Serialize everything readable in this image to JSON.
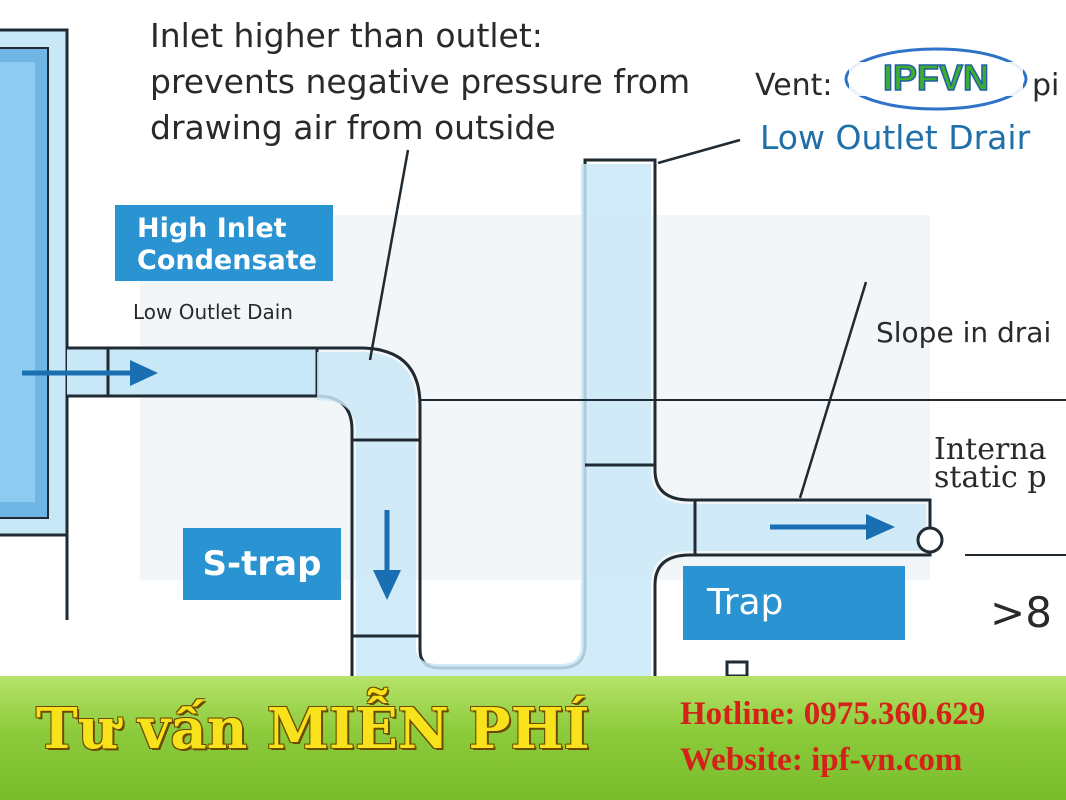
{
  "annotations": {
    "inlet_note_line1": "Inlet higher than outlet:",
    "inlet_note_line2": "prevents negative pressure from",
    "inlet_note_line3": "drawing air from outside",
    "vent_line1_prefix": "Vent:",
    "vent_line1_suffix": "pi",
    "vent_line2": "Low Outlet Drair",
    "slope": "Slope in drai",
    "internal_line1": "Interna",
    "internal_line2": "static p",
    "greater_than": ">8"
  },
  "boxes": {
    "high_inlet_line1": "High Inlet",
    "high_inlet_line2": "Condensate",
    "low_outlet_small": "Low Outlet Dain",
    "s_trap": "S-trap",
    "trap": "Trap"
  },
  "logo": {
    "text": "IPFVN"
  },
  "banner": {
    "slogan": "Tư vấn MIỄN PHÍ",
    "hotline": "Hotline: 0975.360.629",
    "website": "Website: ipf-vn.com"
  },
  "colors": {
    "pipe_fill": "#c9e8f7",
    "pipe_outline": "#1f2a33",
    "box_blue": "#2a93d1",
    "arrow_blue": "#1a6fb3",
    "banner_green": "#8ccb3b",
    "slogan_yellow": "#f7e21b",
    "contact_red": "#d42219"
  }
}
